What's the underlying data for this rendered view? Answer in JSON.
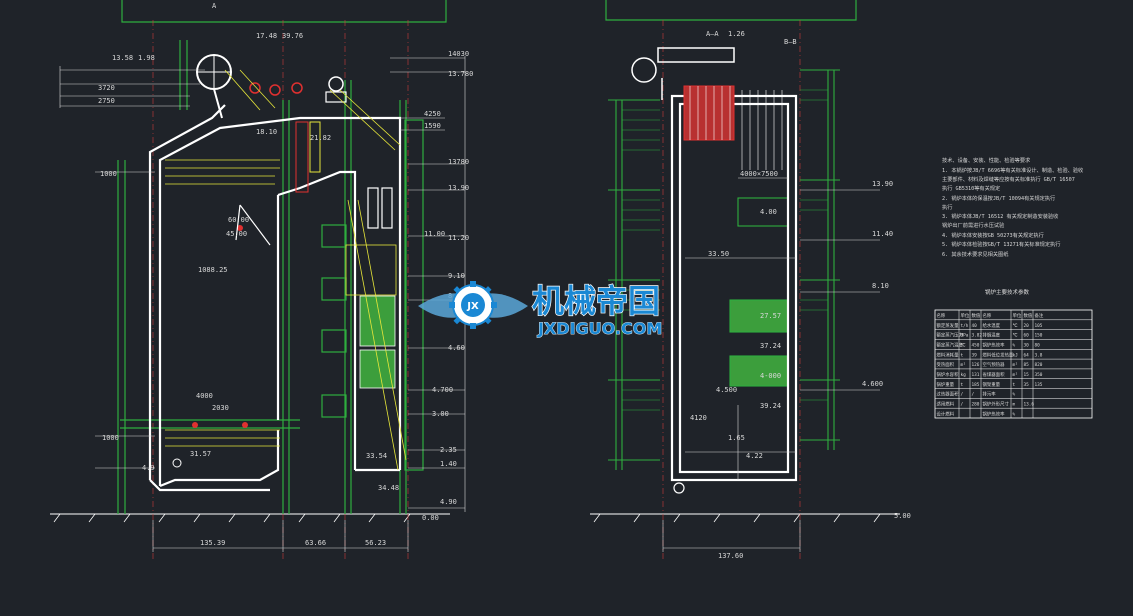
{
  "drawing": {
    "section_marks": {
      "a_top": "A",
      "aa": "A—A",
      "bb": "B—B",
      "bb_value": "1.26"
    },
    "left_dims": {
      "bottom": [
        "135.39",
        "63.66",
        "56.23"
      ],
      "top": [
        "17.48",
        "39.76"
      ],
      "inner": [
        "18.10",
        "21.82",
        "1088.25",
        "60.00",
        "45.00",
        "4000",
        "2030",
        "33.54",
        "34.48",
        "31.57",
        "4.9"
      ],
      "left_levels": [
        "13.58",
        "1.98",
        "3720",
        "2750",
        "1000",
        "1000"
      ],
      "right_levels": [
        "14030",
        "13.780",
        "4250",
        "1590",
        "13780",
        "13.90",
        "11.00",
        "11.20",
        "9.10",
        "8.38",
        "4.60",
        "4.700",
        "3.00",
        "2.35",
        "1.40",
        "4.90",
        "0.00"
      ]
    },
    "right_dims": {
      "bottom": [
        "137.60"
      ],
      "inner": [
        "4000×7500",
        "4.00",
        "33.50",
        "4120",
        "27.57",
        "37.24",
        "4.500",
        "4-000",
        "4.22",
        "1.65",
        "39.24"
      ],
      "levels": [
        "13.90",
        "11.40",
        "8.10",
        "4.600",
        "5.00"
      ]
    },
    "notes": {
      "heading": "技术、设备、安装、性能、检验等要求",
      "lines": [
        "1. 本锅炉按JB/T 6696等有关标准设计、制造、检验、验收",
        "   主要部件、材料及焊缝等应按有关标准执行 GB/T 16507",
        "   执行 GB5310等有关规定",
        "2. 锅炉本体的保温按JB/T 10094有关规定执行",
        "   执行",
        "3. 锅炉本体JB/T 16512 有关规定制造安装验收",
        "   锅炉出厂前需进行水压试验",
        "4. 锅炉本体安装按GB 50273有关规定执行",
        "5. 锅炉本体检验按GB/T 13271有关标准规定执行",
        "6. 其余技术要求见相关图纸"
      ]
    },
    "table": {
      "title": "锅炉主要技术参数",
      "headers": [
        "名称",
        "单位",
        "数值",
        "名称",
        "单位",
        "数值",
        "备注"
      ],
      "rows": [
        [
          "额定蒸发量",
          "t/h",
          "40",
          "给水温度",
          "℃",
          "20",
          "105"
        ],
        [
          "额定蒸汽压力",
          "MPa",
          "3.82",
          "排烟温度",
          "℃",
          "60",
          "150"
        ],
        [
          "额定蒸汽温度",
          "℃",
          "450",
          "锅炉热效率",
          "%",
          "30",
          "80"
        ],
        [
          "燃料消耗量",
          "t",
          "39",
          "燃料低位发热量",
          "kJ",
          "64",
          "3.8"
        ],
        [
          "受热面积",
          "m²",
          "126",
          "空气预热器",
          "m²",
          "85",
          "820"
        ],
        [
          "锅炉水容积",
          "kg",
          "131",
          "省煤器面积",
          "m²",
          "15",
          "350"
        ],
        [
          "锅炉重量",
          "t",
          "185",
          "钢架重量",
          "t",
          "35",
          "135"
        ],
        [
          "过热器面积",
          "/",
          "/",
          "排污率",
          "%",
          "",
          ""
        ],
        [
          "适用燃料",
          "/",
          "280",
          "锅炉外形尺寸",
          "m",
          "13.6",
          ""
        ],
        [
          "设计燃料",
          "",
          "",
          "锅炉热效率",
          "%",
          "",
          ""
        ]
      ]
    }
  },
  "watermark": {
    "cn": "机械帝国",
    "en": "JXDIGUO.COM",
    "badge": "JX"
  },
  "colors": {
    "background": "#1f2329",
    "structure": "#ffffff",
    "dimension": "#d8d8d8",
    "steel_frame": "#2fae3f",
    "hatch_yellow": "#e6e63a",
    "section_red": "#e03030",
    "filled_green": "#3c9e3c",
    "watermark_blue": "#1a88d4"
  }
}
